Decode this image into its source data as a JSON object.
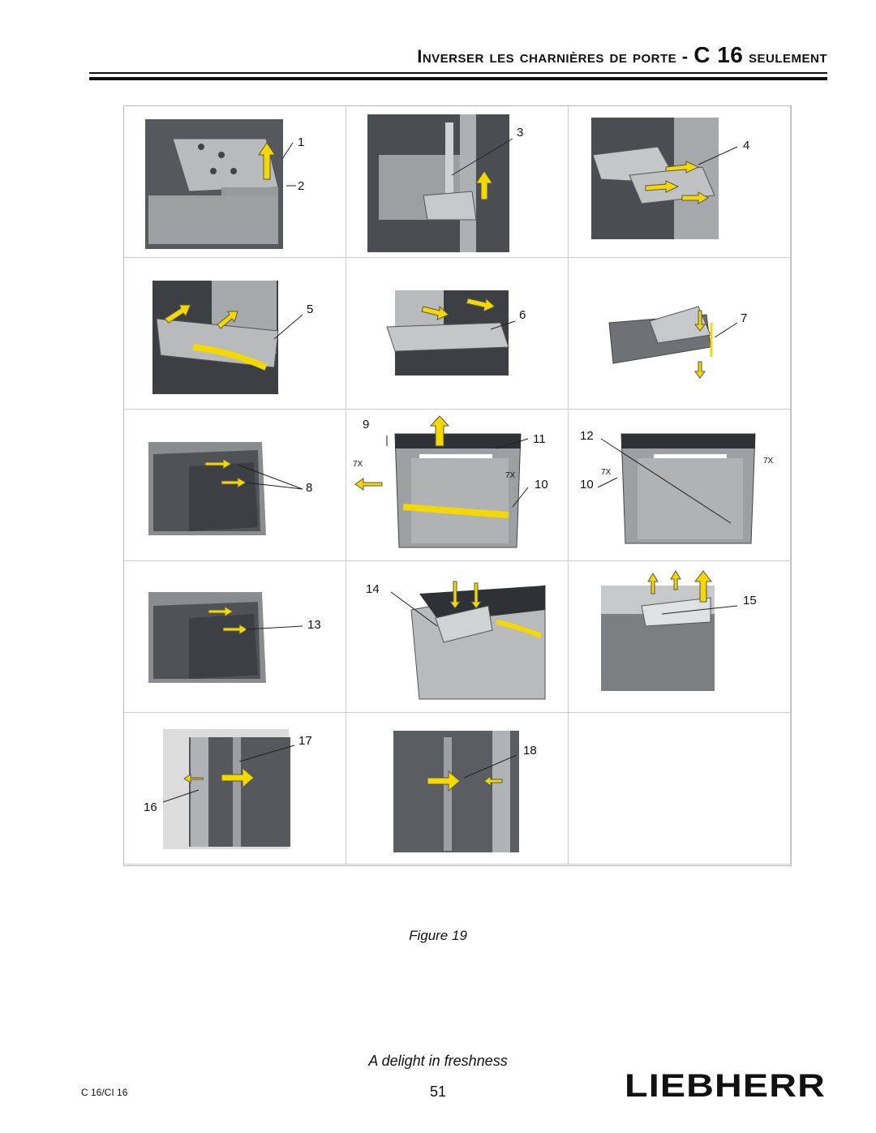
{
  "header": {
    "title_part1": "Inverser les charnières de porte - ",
    "title_model": "C 16",
    "title_part2": " seulement"
  },
  "callouts": {
    "n1": "1",
    "n2": "2",
    "n3": "3",
    "n4": "4",
    "n5": "5",
    "n6": "6",
    "n7": "7",
    "n8": "8",
    "n9": "9",
    "n10a": "10",
    "n10b": "10",
    "n11": "11",
    "n12": "12",
    "n13": "13",
    "n14": "14",
    "n15": "15",
    "n16": "16",
    "n17": "17",
    "n18": "18",
    "x7a": "7X",
    "x7b": "7X",
    "x7c": "7X",
    "x7d": "7X"
  },
  "figure_caption": "Figure 19",
  "footer": {
    "tagline": "A delight in freshness",
    "page_number": "51",
    "model": "C 16/CI 16",
    "brand": "LIEBHERR"
  },
  "colors": {
    "arrow": "#f5d800",
    "metal": "#8a8d90",
    "dark": "#3c3f44",
    "text": "#111111"
  }
}
